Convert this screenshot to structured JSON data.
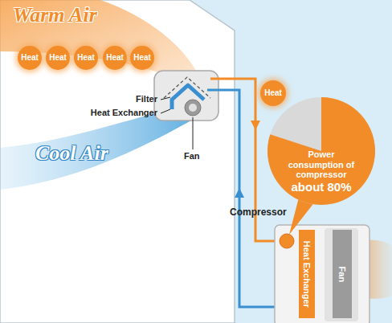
{
  "diagram": {
    "nodes": [
      {
        "text": [
          "Heat"
        ]
      },
      {
        "text": [
          "Heat"
        ]
      },
      {
        "text": [
          "Heat"
        ]
      },
      {
        "text": [
          "Heat"
        ]
      },
      {
        "text": [
          "Heat"
        ]
      },
      {
        "text": [
          "Heat"
        ]
      },
      {
        "text": [
          "Power consumption of compressor",
          "about 80%"
        ]
      },
      {
        "text": [
          "Heat Exchanger"
        ]
      },
      {
        "text": [
          "Fan"
        ]
      }
    ],
    "labels": [
      "Warm Air",
      "Cool Air",
      "Filter",
      "Heat Exchanger",
      "Fan",
      "Compressor"
    ]
  }
}
